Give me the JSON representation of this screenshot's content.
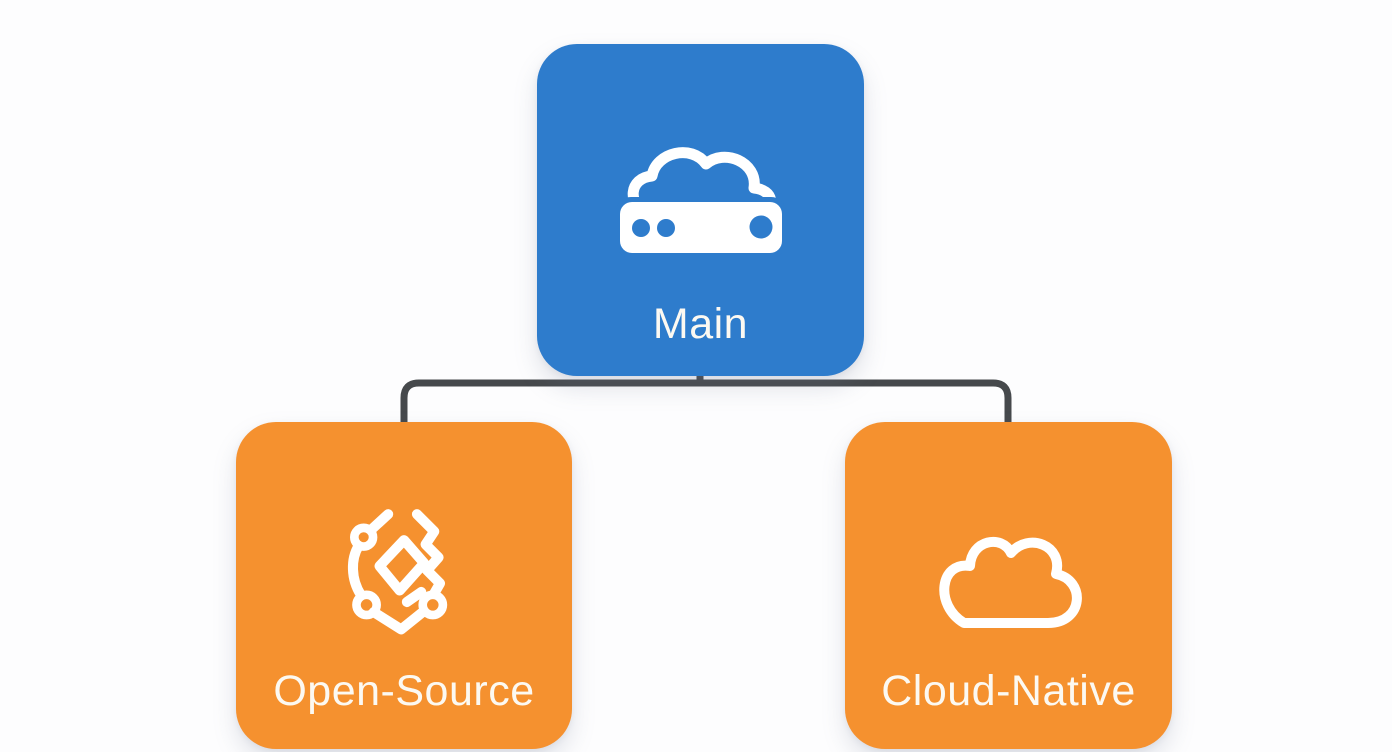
{
  "diagram": {
    "colors": {
      "node-blue": "#2e7ccc",
      "node-orange": "#f5912f",
      "connector": "#46494c",
      "label-text": "#fcf9f2",
      "background": "#fdfdfe"
    },
    "nodes": {
      "main": {
        "label": "Main",
        "icon": "cloud-server-icon",
        "color": "#2e7ccc"
      },
      "open_source": {
        "label": "Open-Source",
        "icon": "open-source-icon",
        "color": "#f5912f"
      },
      "cloud_native": {
        "label": "Cloud-Native",
        "icon": "cloud-outline-icon",
        "color": "#f5912f"
      }
    },
    "edges": [
      {
        "from": "Main",
        "to": "Open-Source"
      },
      {
        "from": "Main",
        "to": "Cloud-Native"
      }
    ]
  }
}
